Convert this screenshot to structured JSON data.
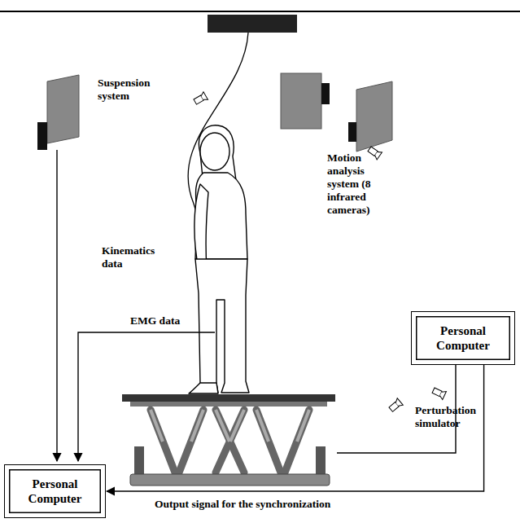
{
  "diagram": {
    "nodes": [
      {
        "text": [
          "Personal Computer"
        ]
      },
      {
        "text": [
          "Personal Computer"
        ]
      }
    ],
    "edges": [
      {
        "from": 0,
        "to": 1,
        "arrow": "to",
        "label": "Output signal for the synchronization"
      }
    ],
    "labels": [
      "Suspension system",
      "Motion analysis system (8 infrared cameras)",
      "Kinematics data",
      "EMG data",
      "Perturbation simulator"
    ]
  }
}
